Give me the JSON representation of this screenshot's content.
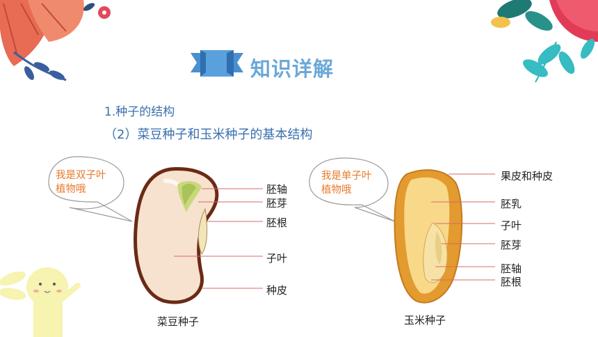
{
  "header": {
    "title": "知识详解",
    "section_heading": "1.种子的结构",
    "sub_heading": "（2）菜豆种子和玉米种子的基本结构"
  },
  "bean": {
    "bubble_line1": "我是双子叶",
    "bubble_line2": "植物哦",
    "labels": [
      "胚轴",
      "胚芽",
      "胚根",
      "子叶",
      "种皮"
    ],
    "caption": "菜豆种子"
  },
  "corn": {
    "bubble_line1": "我是单子叶",
    "bubble_line2": "植物哦",
    "labels": [
      "果皮和种皮",
      "胚乳",
      "子叶",
      "胚芽",
      "胚轴",
      "胚根"
    ],
    "caption": "玉米种子"
  },
  "colors": {
    "title": "#6aa8d8",
    "heading": "#3a6fae",
    "bubble_text": "#e87a2c",
    "ribbon": "#4a90d0"
  }
}
